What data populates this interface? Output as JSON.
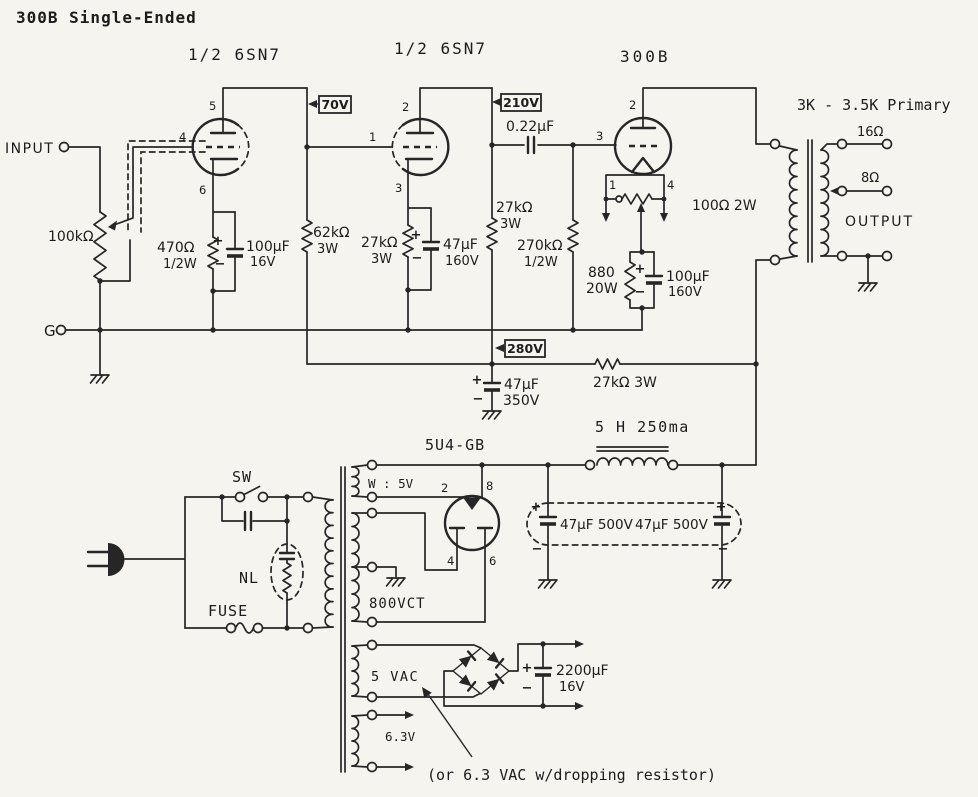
{
  "sym": {
    "plus": "+",
    "minus": "−"
  },
  "title": "300B Single-Ended",
  "footer": "(or 6.3 VAC w/dropping resistor)",
  "tubes": {
    "v1": "1/2 6SN7",
    "v2": "1/2 6SN7",
    "v3": "300B",
    "rectifier": "5U4-GB"
  },
  "io": {
    "input": "INPUT",
    "ground": "G",
    "output": "OUTPUT",
    "volume_pot": "100kΩ"
  },
  "stage1": {
    "pin_plate": "5",
    "pin_grid": "4",
    "pin_cathode": "6",
    "plate_v": "70V",
    "plate_r": "62kΩ",
    "plate_r_w": "3W",
    "cathode_r": "470Ω",
    "cathode_r_w": "1/2W",
    "cathode_c": "100µF",
    "cathode_c_v": "16V"
  },
  "stage2": {
    "pin_plate": "2",
    "pin_grid": "1",
    "pin_cathode": "3",
    "plate_v": "210V",
    "plate_r": "27kΩ",
    "plate_r_w": "3W",
    "cathode_r": "27kΩ",
    "cathode_r_w": "3W",
    "cathode_c": "47µF",
    "cathode_c_v": "160V"
  },
  "coupling": {
    "cap": "0.22µF",
    "grid_r": "270kΩ",
    "grid_r_w": "1/2W"
  },
  "power_stage": {
    "pin_plate": "2",
    "pin_grid": "3",
    "pin_fil_left": "1",
    "pin_fil_right": "4",
    "hum_pot": "100Ω 2W",
    "cathode_r": "880",
    "cathode_r_w": "20W",
    "cathode_c": "100µF",
    "cathode_c_v": "160V"
  },
  "opt": {
    "primary": "3K - 3.5K Primary",
    "tap_16": "16Ω",
    "tap_8": "8Ω"
  },
  "b_supply": {
    "b_plus_v": "280V",
    "reservoir_c": "47µF",
    "reservoir_c_v": "350V",
    "dropping_r": "27kΩ 3W",
    "choke": "5 H 250ma",
    "filter_c1": "47µF 500V",
    "filter_c2": "47µF 500V"
  },
  "mains": {
    "switch": "SW",
    "neon": "NL",
    "fuse": "FUSE"
  },
  "pt": {
    "rect_fil": "W : 5V",
    "hv": "800VCT",
    "fil_5": "5 VAC",
    "fil_63": "6.3V"
  },
  "rect": {
    "pin2": "2",
    "pin8": "8",
    "pin4": "4",
    "pin6": "6"
  },
  "dc_fil": {
    "cap": "2200µF",
    "cap_v": "16V"
  }
}
